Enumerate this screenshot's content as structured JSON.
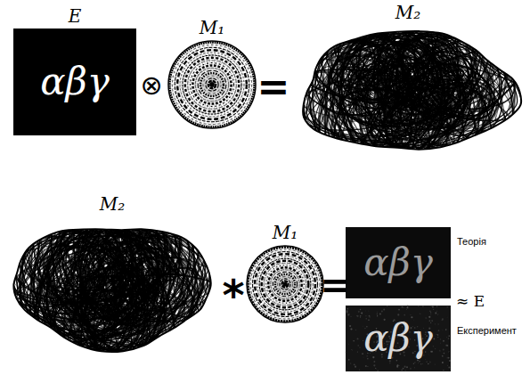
{
  "diagram": {
    "nodes": [
      {
        "text": [
          "E",
          "αβγ"
        ]
      },
      {
        "text": [
          "M₁"
        ]
      },
      {
        "text": [
          "M₂"
        ]
      },
      {
        "text": [
          "M₂"
        ]
      },
      {
        "text": [
          "M₁"
        ]
      },
      {
        "text": [
          "αβγ",
          "Теорія"
        ]
      },
      {
        "text": [
          "αβγ",
          "Експеримент"
        ]
      }
    ],
    "labels": [
      "⊗",
      "=",
      "*",
      "=",
      "≈ E"
    ]
  }
}
